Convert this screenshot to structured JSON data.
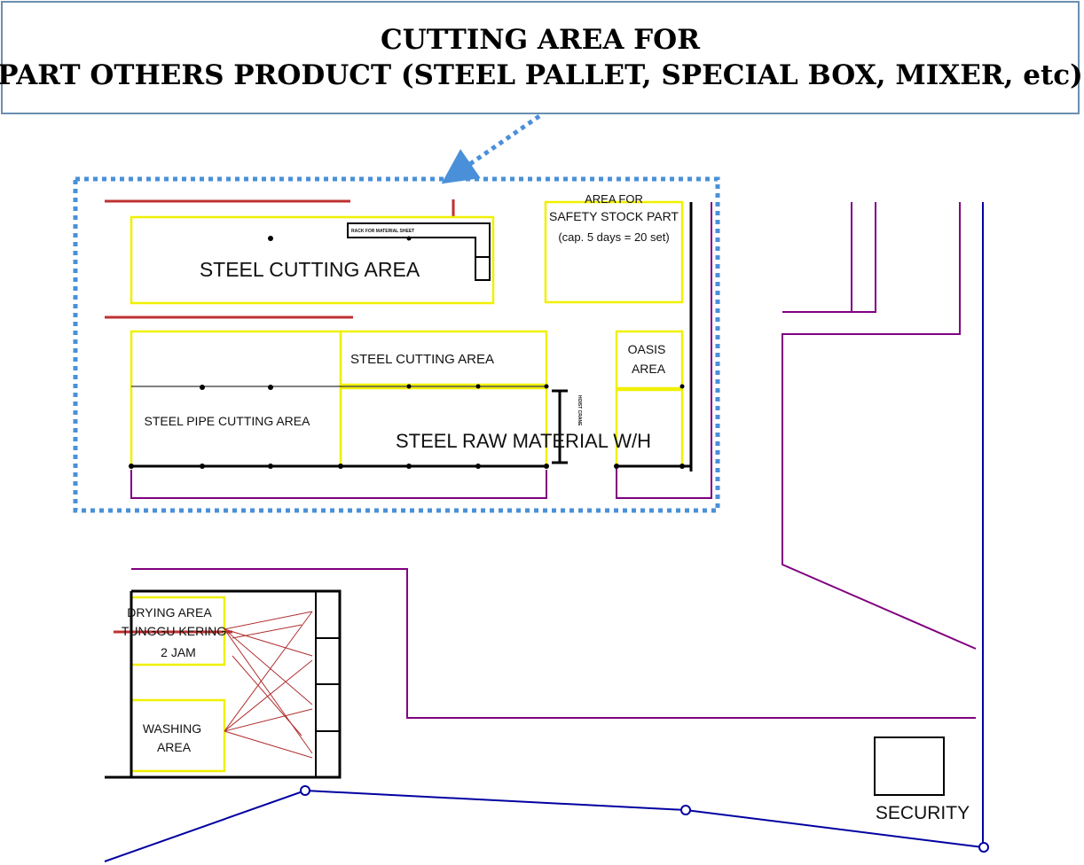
{
  "callout": {
    "line1": "CUTTING AREA FOR",
    "line2": "PART OTHERS PRODUCT (STEEL PALLET, SPECIAL BOX, MIXER, etc)"
  },
  "areas": {
    "safety_stock_line1": "AREA FOR",
    "safety_stock_line2": "SAFETY STOCK PART",
    "safety_stock_line3": "(cap. 5 days = 20 set)",
    "rack_label": "RACK FOR MATERIAL SHEET",
    "steel_cutting_area_top": "STEEL CUTTING AREA",
    "steel_cutting_area_mid": "STEEL  CUTTING AREA",
    "steel_pipe_cutting_area": "STEEL PIPE CUTTING AREA",
    "steel_raw_material_wh": "STEEL RAW MATERIAL W/H",
    "oasis_line1": "OASIS",
    "oasis_line2": "AREA",
    "hoist_label": "HOIST CRANE",
    "drying_line1": "DRYING AREA",
    "drying_line2": "TUNGGU KERING",
    "drying_line3": "2 JAM",
    "washing_line1": "WASHING",
    "washing_line2": "AREA",
    "security": "SECURITY"
  },
  "colors": {
    "callout_border": "#6a8fb0",
    "highlight_dots": "#4a90d9",
    "zone_outline": "#f0f000",
    "wall": "#800080",
    "fence": "#0000a0",
    "flow_arrows": "#b03030"
  }
}
